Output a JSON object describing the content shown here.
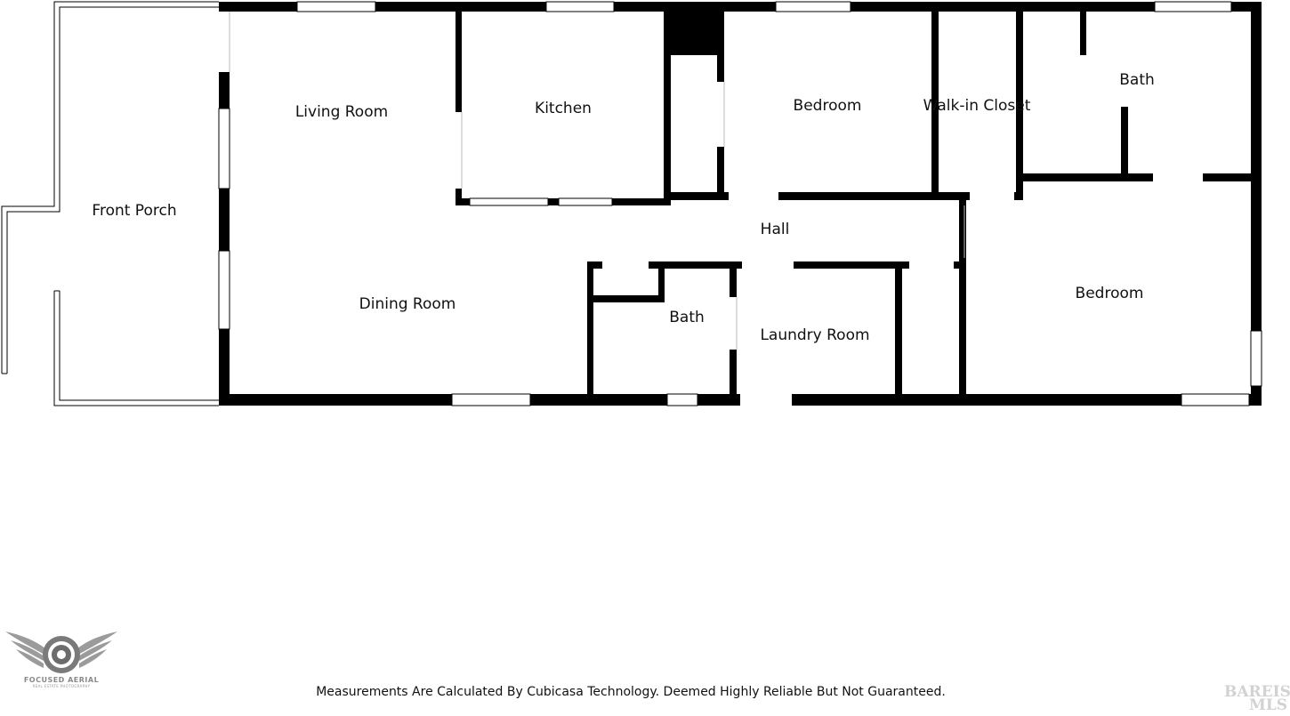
{
  "rooms": {
    "front_porch": "Front Porch",
    "living_room": "Living Room",
    "kitchen": "Kitchen",
    "bedroom_1": "Bedroom",
    "walk_in_closet": "Walk-in Closet",
    "bath_1": "Bath",
    "hall": "Hall",
    "dining_room": "Dining Room",
    "bath_2": "Bath",
    "laundry_room": "Laundry Room",
    "bedroom_2": "Bedroom"
  },
  "footer": {
    "disclaimer": "Measurements Are Calculated By Cubicasa Technology. Deemed Highly Reliable But Not Guaranteed."
  },
  "logo": {
    "name": "FOCUSED AERIAL",
    "tagline": "REAL ESTATE PHOTOGRAPHY"
  },
  "watermark": {
    "line1": "BAREIS",
    "line2": "MLS"
  },
  "colors": {
    "wall": "#000000",
    "background": "#ffffff",
    "logo_gray": "#8a8a8a",
    "watermark_gray": "#d2d2d2"
  }
}
